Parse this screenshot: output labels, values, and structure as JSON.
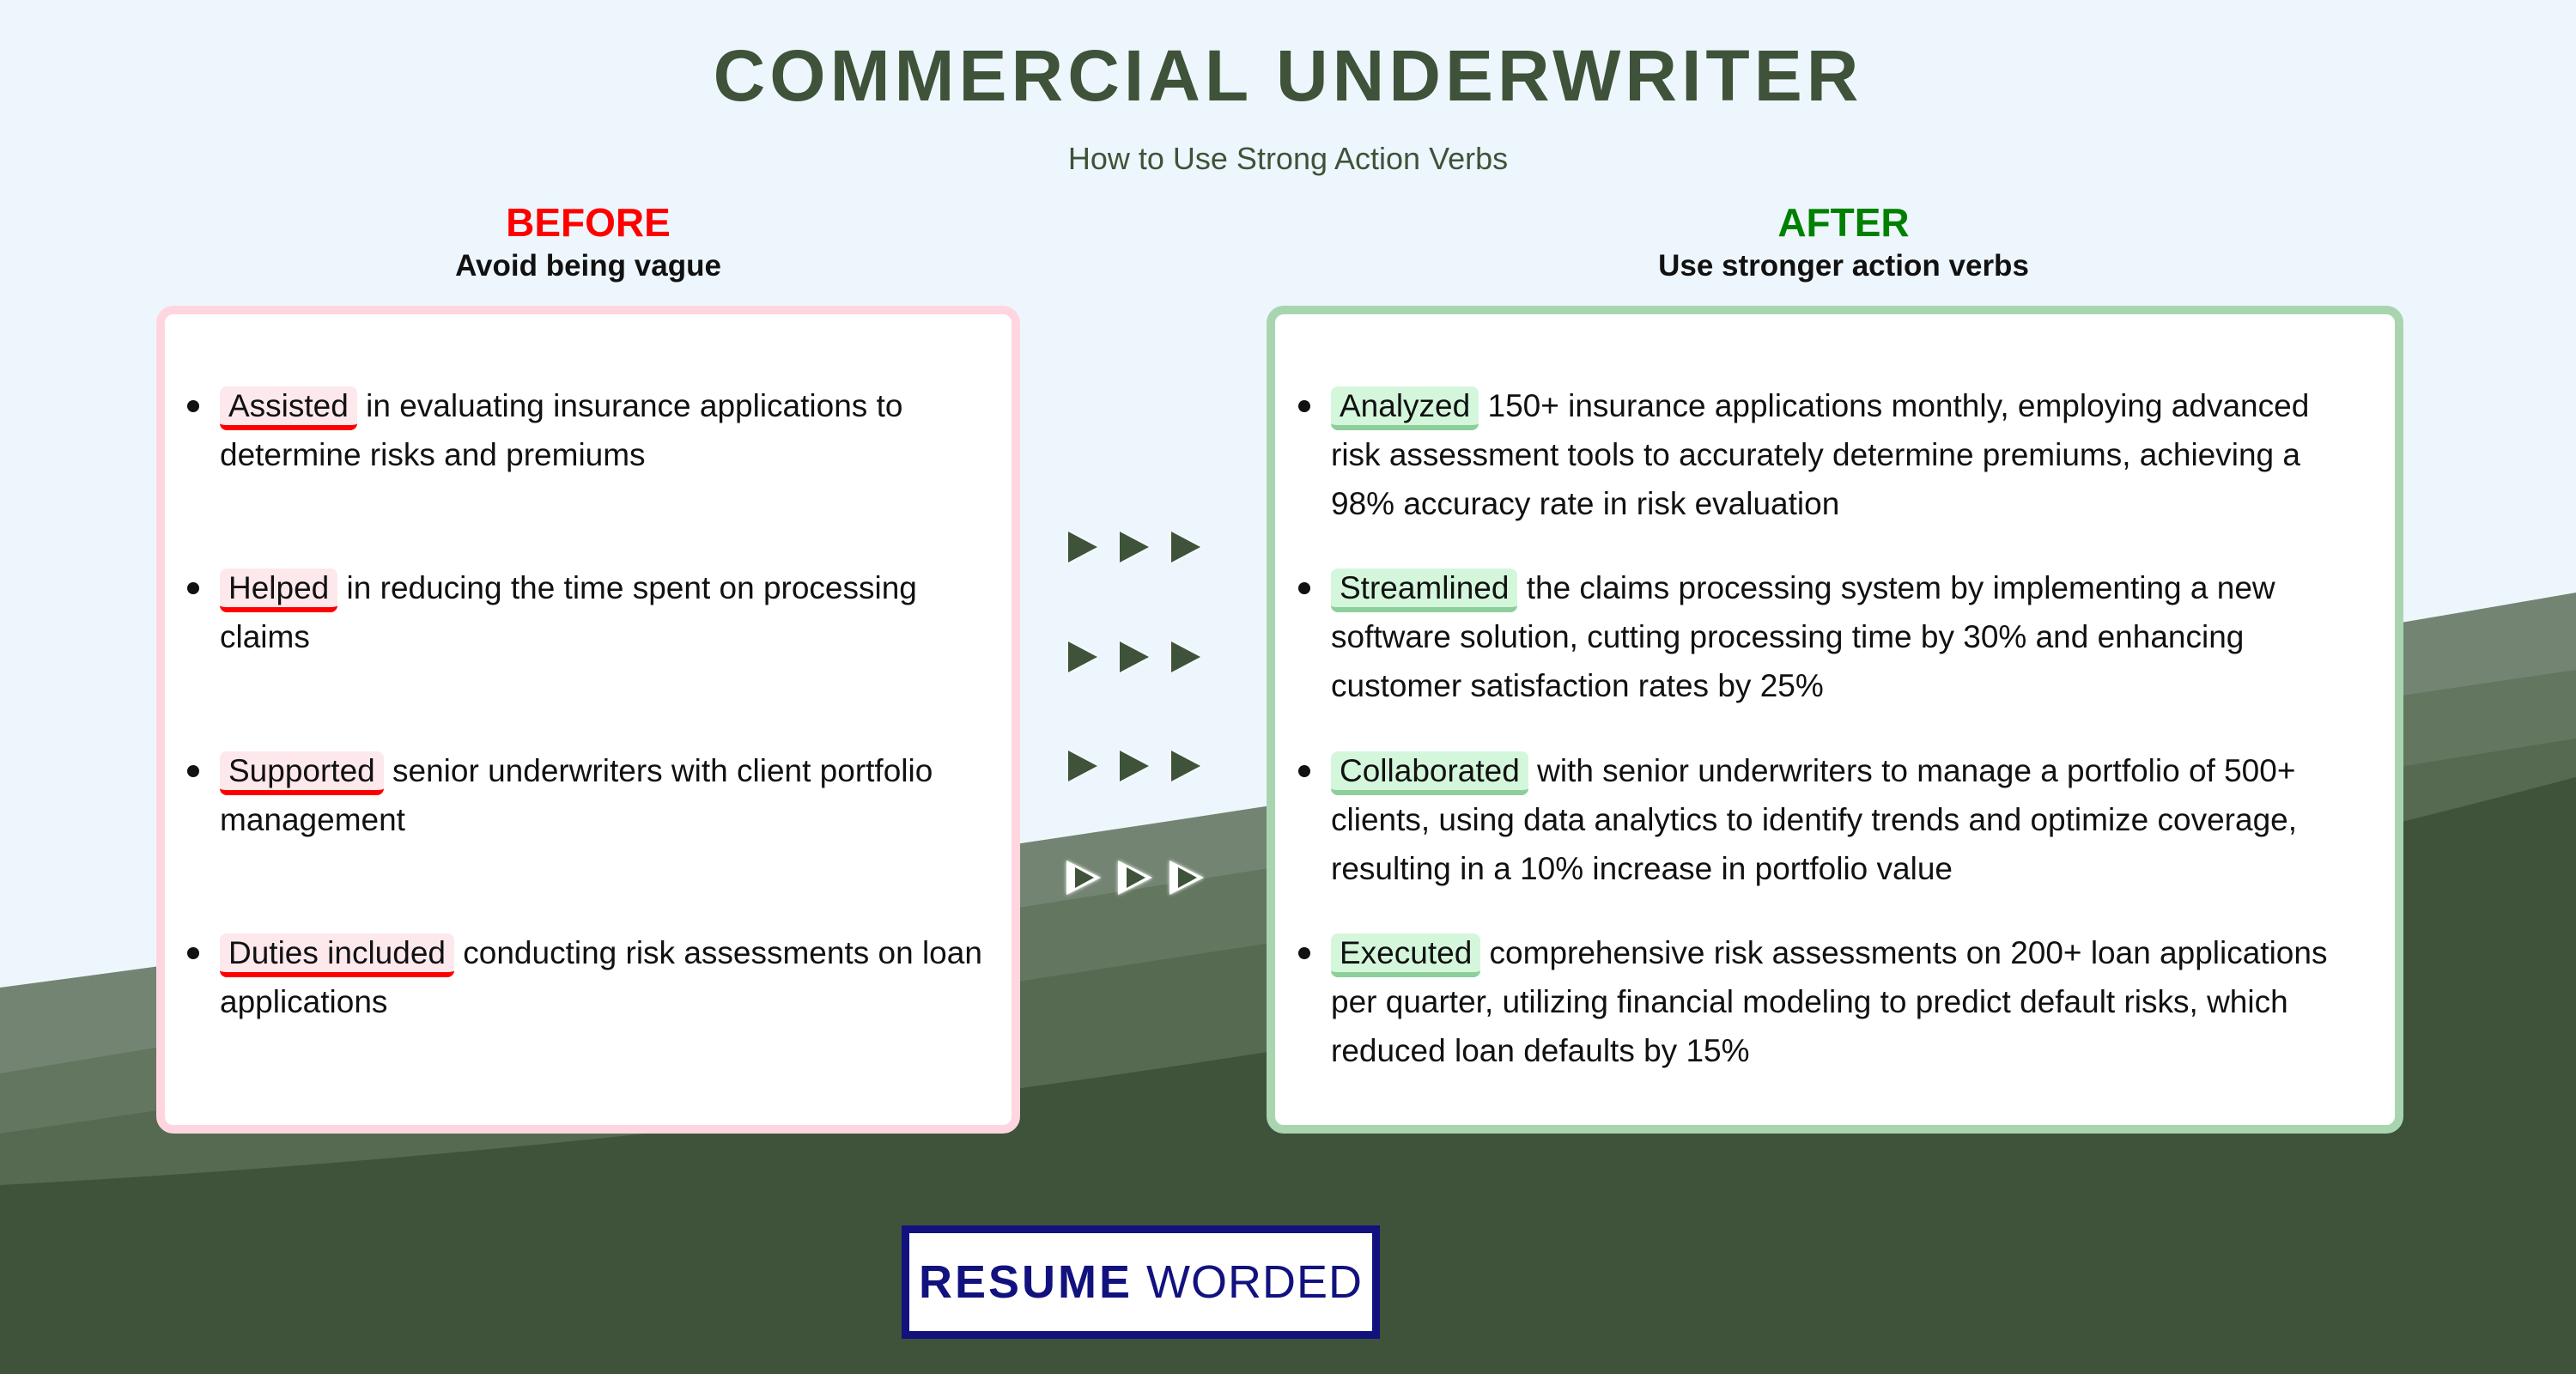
{
  "header": {
    "title": "COMMERCIAL UNDERWRITER",
    "subtitle": "How to Use Strong Action Verbs"
  },
  "before": {
    "label": "BEFORE",
    "sublabel": "Avoid being vague",
    "color": "#ff0000",
    "items": [
      {
        "verb": "Assisted",
        "text": " in evaluating insurance applications to determine risks and premiums"
      },
      {
        "verb": "Helped",
        "text": " in reducing the time spent on processing claims"
      },
      {
        "verb": "Supported",
        "text": " senior underwriters with client portfolio management"
      },
      {
        "verb": "Duties included",
        "text": " conducting risk assessments on loan applications"
      }
    ]
  },
  "after": {
    "label": "AFTER",
    "sublabel": "Use stronger action verbs",
    "color": "#008000",
    "items": [
      {
        "verb": "Analyzed",
        "text": " 150+ insurance applications monthly, employing advanced risk assessment tools to accurately determine premiums, achieving a 98% accuracy rate in risk evaluation"
      },
      {
        "verb": "Streamlined",
        "text": " the claims processing system by implementing a new software solution, cutting processing time by 30% and enhancing customer satisfaction rates by 25%"
      },
      {
        "verb": "Collaborated",
        "text": " with senior underwriters to manage a portfolio of 500+ clients, using data analytics to identify trends and optimize coverage, resulting in a 10% increase in portfolio value"
      },
      {
        "verb": "Executed",
        "text": " comprehensive risk assessments on 200+ loan applications per quarter, utilizing financial modeling to predict default risks, which reduced loan defaults by 15%"
      }
    ]
  },
  "logo": {
    "bold": "RESUME",
    "light": "WORDED",
    "color": "#12127f"
  }
}
